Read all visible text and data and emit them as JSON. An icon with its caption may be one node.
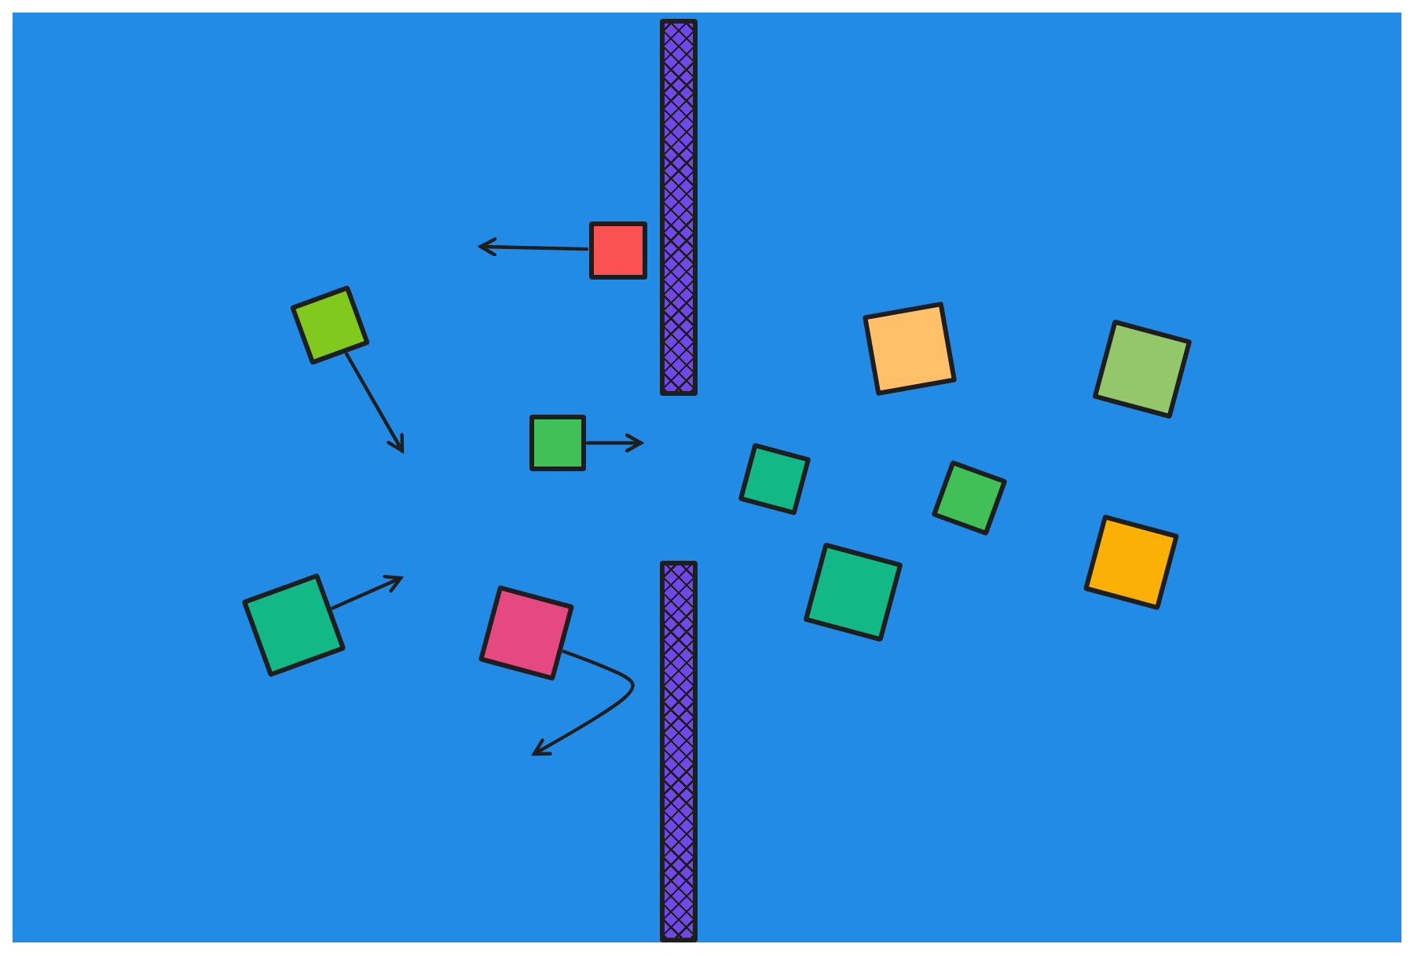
{
  "diagram": {
    "nodes": [
      {
        "text": [],
        "shape": "box"
      },
      {
        "text": [],
        "shape": "box"
      },
      {
        "text": [],
        "shape": "box"
      },
      {
        "text": [],
        "shape": "box"
      },
      {
        "text": [],
        "shape": "box"
      },
      {
        "text": [],
        "shape": "box"
      },
      {
        "text": [],
        "shape": "box"
      },
      {
        "text": [],
        "shape": "box"
      },
      {
        "text": [],
        "shape": "box"
      },
      {
        "text": [],
        "shape": "box"
      },
      {
        "text": [],
        "shape": "box"
      },
      {
        "text": [],
        "shape": "bar"
      },
      {
        "text": [],
        "shape": "bar"
      }
    ],
    "edges": [
      {
        "from": 1,
        "to": null,
        "arrow": "to"
      },
      {
        "from": 0,
        "to": null,
        "arrow": "to"
      },
      {
        "from": 2,
        "to": null,
        "arrow": "to"
      },
      {
        "from": 3,
        "to": null,
        "arrow": "to"
      },
      {
        "from": 4,
        "to": null,
        "arrow": "to"
      }
    ]
  }
}
